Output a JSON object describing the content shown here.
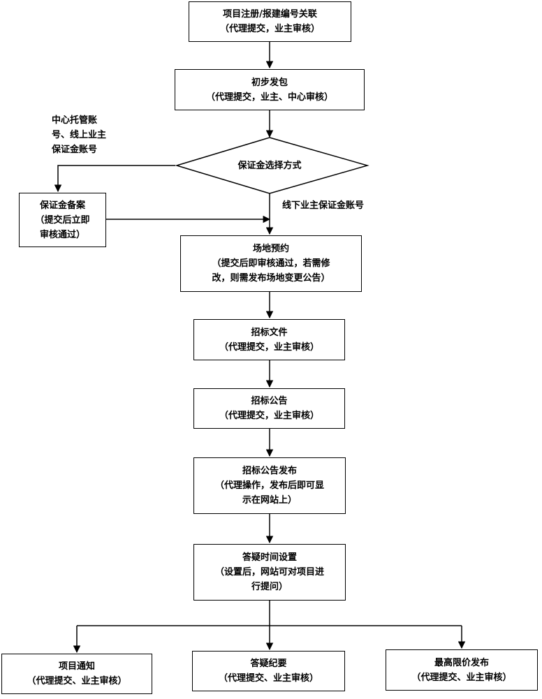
{
  "boxes": {
    "register": {
      "title": "项目注册/报建编号关联",
      "note": "（代理提交，业主审核）"
    },
    "initial_package": {
      "title": "初步发包",
      "note": "（代理提交，业主、中心审核）"
    },
    "deposit_method": {
      "title": "保证金选择方式"
    },
    "deposit_filing": {
      "title": "保证金备案",
      "note_line1": "（提交后立即",
      "note_line2": "审核通过）"
    },
    "venue_booking": {
      "title": "场地预约",
      "note_line1": "（提交后即审核通过，若需修",
      "note_line2": "改，则需发布场地变更公告）"
    },
    "tender_docs": {
      "title": "招标文件",
      "note": "（代理提交，业主审核）"
    },
    "tender_notice": {
      "title": "招标公告",
      "note": "（代理提交，业主审核）"
    },
    "notice_publish": {
      "title": "招标公告发布",
      "note_line1": "（代理操作，发布后即可显",
      "note_line2": "示在网站上）"
    },
    "qa_time": {
      "title": "答疑时间设置",
      "note_line1": "（设置后，网站可对项目进",
      "note_line2": "行提问）"
    },
    "project_notice": {
      "title": "项目通知",
      "note": "（代理提交、业主审核）"
    },
    "qa_summary": {
      "title": "答疑纪要",
      "note": "（代理提交、业主审核）"
    },
    "max_price": {
      "title": "最高限价发布",
      "note": "（代理提交、业主审核）"
    }
  },
  "edge_labels": {
    "central_account": {
      "line1": "中心托管账",
      "line2": "号、线上业主",
      "line3": "保证金账号"
    },
    "offline_account": "线下业主保证金账号"
  }
}
